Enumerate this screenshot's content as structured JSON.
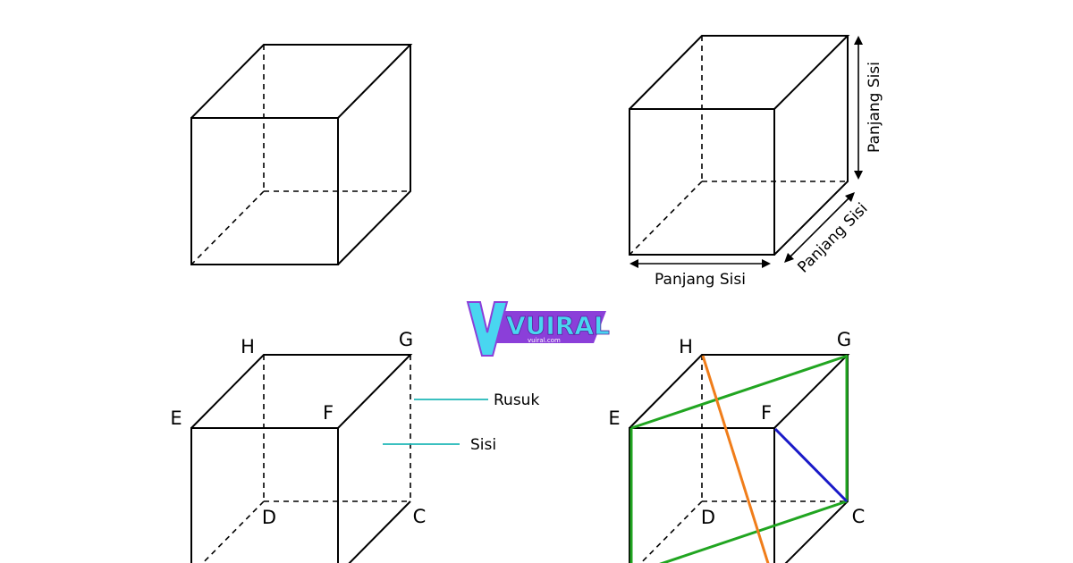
{
  "cube2": {
    "dim_bottom": "Panjang Sisi",
    "dim_right": "Panjang Sisi",
    "dim_depth": "Panjang Sisi"
  },
  "cube3": {
    "vertices": {
      "H": "H",
      "G": "G",
      "E": "E",
      "F": "F",
      "D": "D",
      "C": "C"
    },
    "annotation_edge": "Rusuk",
    "annotation_face": "Sisi"
  },
  "cube4": {
    "vertices": {
      "H": "H",
      "G": "G",
      "E": "E",
      "F": "F",
      "D": "D",
      "C": "C"
    }
  },
  "logo": {
    "text": "VUIRAL",
    "subtext": "vuiral.com"
  },
  "colors": {
    "outline": "#000000",
    "annotation_line": "#1fb7b7",
    "space_diagonal": "#f07d1a",
    "face_diagonal": "#21a521",
    "blue_diagonal": "#1a1ac8",
    "logo_purple": "#8b3fd9",
    "logo_cyan": "#49d6f0"
  }
}
